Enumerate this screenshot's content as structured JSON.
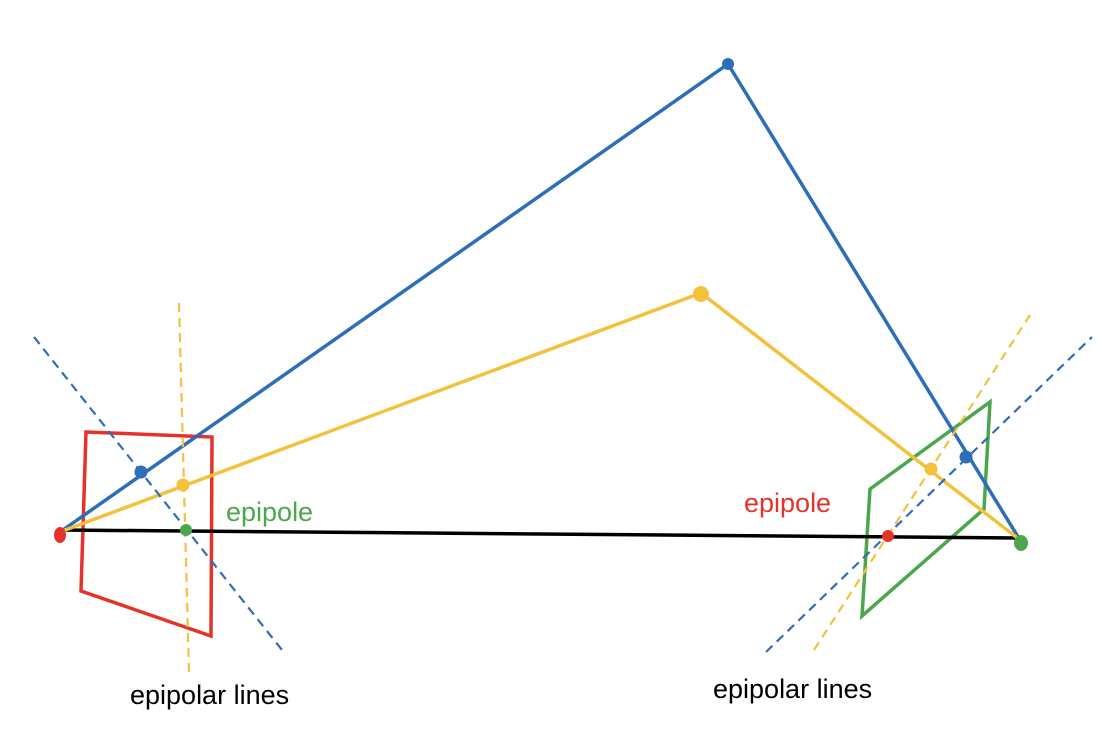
{
  "labels": {
    "epipole_left": "epipole",
    "epipole_right": "epipole",
    "epipolar_lines_left": "epipolar lines",
    "epipolar_lines_right": "epipolar lines"
  },
  "colors": {
    "blue": "#2E6DB8",
    "yellow": "#F2C23C",
    "red": "#E3332A",
    "green": "#4CA64C",
    "black": "#000000",
    "epipole_left_text": "#4CA64C",
    "epipole_right_text": "#E3332A"
  }
}
